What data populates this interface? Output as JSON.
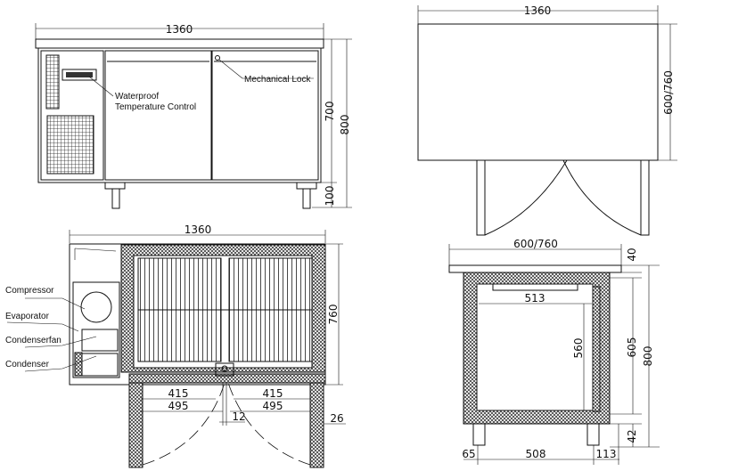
{
  "front_view": {
    "width_dim": "1360",
    "height_body_dim": "700",
    "height_total_dim": "800",
    "leg_dim": "100",
    "labels": {
      "control": [
        "Waterproof",
        "Temperature Control"
      ],
      "lock": "Mechanical Lock"
    }
  },
  "top_view": {
    "width_dim": "1360",
    "depth_dim": "600/760"
  },
  "plan_view": {
    "width_dim": "1360",
    "depth_dim": "760",
    "inner_left": "415",
    "outer_left": "495",
    "inner_right": "415",
    "outer_right": "495",
    "gap": "12",
    "door_thickness": "26",
    "labels": {
      "compressor": "Compressor",
      "evaporator": "Evaporator",
      "condenser_fan": "Condenserfan",
      "condenser": "Condenser"
    }
  },
  "side_view": {
    "depth_dim": "600/760",
    "top_dim": "40",
    "inner_width": "513",
    "inner_height": "560",
    "door_height": "605",
    "total_height": "800",
    "leg_height": "42",
    "front_offset": "65",
    "leg_span": "508",
    "rear_offset": "113"
  }
}
